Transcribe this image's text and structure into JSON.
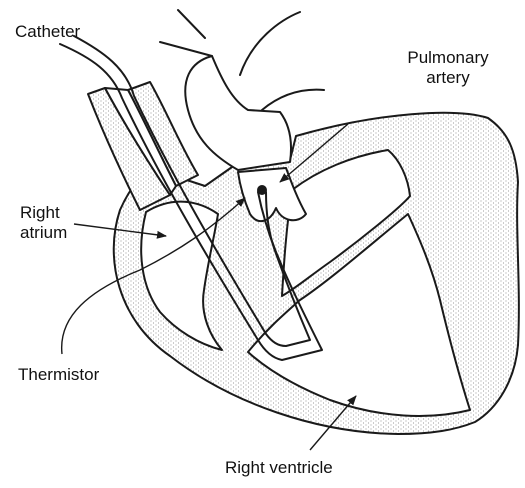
{
  "labels": {
    "catheter": "Catheter",
    "pulmonary_artery": [
      "Pulmonary",
      "artery"
    ],
    "right_atrium": [
      "Right",
      "atrium"
    ],
    "thermistor": "Thermistor",
    "right_ventricle": "Right ventricle"
  },
  "colors": {
    "line": "#1a1a1a",
    "wall_dots": "#9a9a9a"
  }
}
